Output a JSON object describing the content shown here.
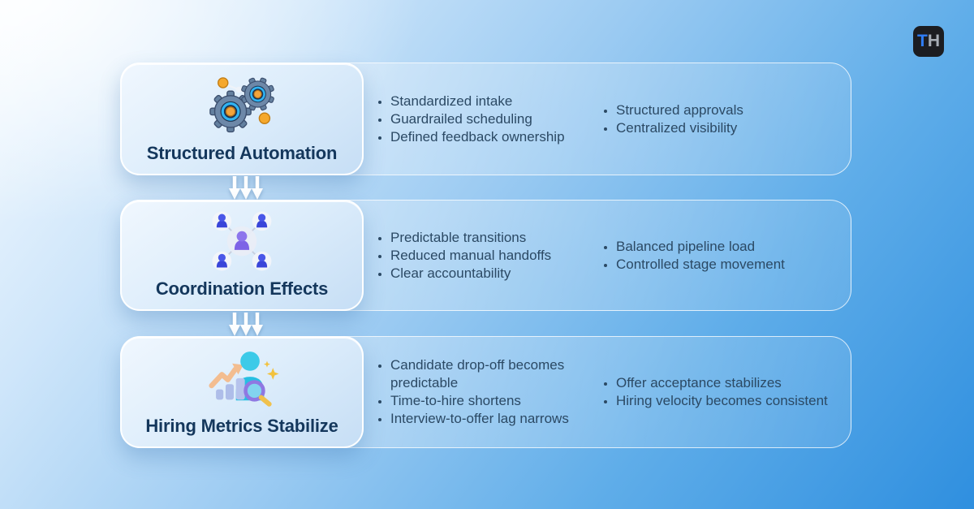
{
  "logo": {
    "letter_t": "T",
    "letter_h": "H"
  },
  "colors": {
    "background_top_left": "#f6fbff",
    "background_bottom_right": "#2f8fdf",
    "card_title": "#14375c",
    "bullet_text": "#2b4964",
    "logo_bg": "#1c1d21",
    "logo_t": "#2f7df6",
    "logo_h": "#a7adb5",
    "arrow": "#ffffff"
  },
  "rows": [
    {
      "title": "Structured Automation",
      "icon": "gears-icon",
      "bullets_left": [
        "Standardized intake",
        "Guardrailed scheduling",
        "Defined feedback ownership"
      ],
      "bullets_right": [
        "Structured approvals",
        "Centralized visibility"
      ]
    },
    {
      "title": "Coordination Effects",
      "icon": "people-network-icon",
      "bullets_left": [
        "Predictable transitions",
        "Reduced manual handoffs",
        "Clear accountability"
      ],
      "bullets_right": [
        "Balanced pipeline load",
        "Controlled stage movement"
      ]
    },
    {
      "title": "Hiring Metrics Stabilize",
      "icon": "person-analytics-icon",
      "bullets_left": [
        "Candidate drop-off becomes predictable",
        "Time-to-hire shortens",
        "Interview-to-offer lag narrows"
      ],
      "bullets_right": [
        "Offer acceptance stabilizes",
        "Hiring velocity becomes consistent"
      ]
    }
  ]
}
